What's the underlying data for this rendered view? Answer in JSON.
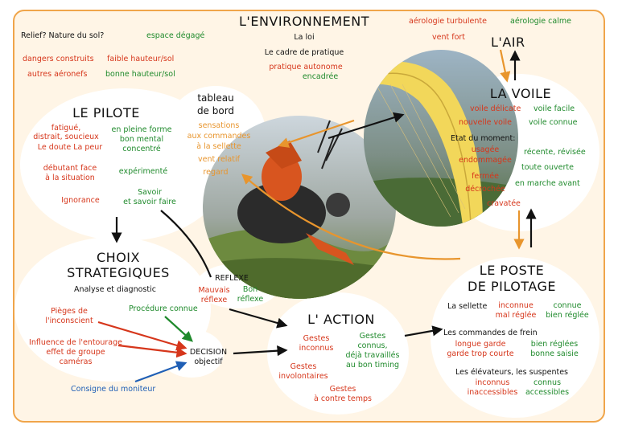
{
  "environment": {
    "title": "L'ENVIRONNEMENT",
    "relief": "Relief?  Nature du sol?",
    "espace": "espace dégagé",
    "la_loi": "La loi",
    "cadre": "Le cadre de pratique",
    "pratique": "pratique autonome",
    "encadree": "encadrée",
    "dangers": "dangers construits",
    "faible": "faible hauteur/sol",
    "autres": "autres aéronefs",
    "bonne": "bonne hauteur/sol"
  },
  "air": {
    "title": "L'AIR",
    "turbulente": "aérologie turbulente",
    "calme": "aérologie calme",
    "vent_fort": "vent fort"
  },
  "pilote": {
    "title": "LE PILOTE",
    "fatigue": [
      "fatigué,",
      "distrait, soucieux"
    ],
    "doute": "Le doute  La peur",
    "forme": [
      "en pleine forme",
      "bon mental",
      "concentré"
    ],
    "debutant": [
      "débutant face",
      "à la situation"
    ],
    "experimente": "expérimenté",
    "ignorance": "Ignorance",
    "savoir": [
      "Savoir",
      "et savoir faire"
    ]
  },
  "tableau": {
    "title": [
      "tableau",
      "de bord"
    ],
    "lines": [
      "sensations",
      "aux commandes",
      "à la sellette",
      "vent relatif",
      "regard"
    ]
  },
  "voile": {
    "title": "LA VOILE",
    "delicate": "voile délicate",
    "facile": "voile facile",
    "nouvelle": "nouvelle voile",
    "connue": "voile connue",
    "etat": "Etat du moment:",
    "usagee": "usagée",
    "endommagee": "endommagée",
    "recente": "récente, révisée",
    "ouverte": "toute ouverte",
    "fermee": "fermée",
    "decrochee": "décrochée",
    "marche": "en marche avant",
    "cravatee": "cravatée"
  },
  "choix": {
    "title": [
      "CHOIX",
      "STRATEGIQUES"
    ],
    "analyse": "Analyse et diagnostic",
    "pieges": [
      "Pièges de",
      "l'inconscient"
    ],
    "procedure": "Procédure connue",
    "influence": [
      "Influence de l'entourage",
      "effet de groupe",
      "caméras"
    ],
    "decision": [
      "DECISION",
      "objectif"
    ],
    "consigne": "Consigne du moniteur"
  },
  "reflexe": {
    "title": "REFLEXE",
    "mauvais": [
      "Mauvais",
      "réflexe"
    ],
    "bon": [
      "Bon",
      "réflexe"
    ]
  },
  "action": {
    "title": "L' ACTION",
    "inconnus": [
      "Gestes",
      "inconnus"
    ],
    "connus": [
      "Gestes",
      "connus,",
      "déjà travaillés",
      "au bon timing"
    ],
    "involontaires": [
      "Gestes",
      "involontaires"
    ],
    "contre": [
      "Gestes",
      "à contre temps"
    ]
  },
  "poste": {
    "title": [
      "LE POSTE",
      "DE PILOTAGE"
    ],
    "sellette": "La sellette",
    "inconnue": [
      "inconnue",
      "mal réglée"
    ],
    "connue": [
      "connue",
      "bien réglée"
    ],
    "commandes": "Les commandes de frein",
    "longue": [
      "longue garde",
      "garde trop courte"
    ],
    "bien": [
      "bien réglées",
      "bonne saisie"
    ],
    "elevateurs": "Les élévateurs, les suspentes",
    "inconnus": [
      "inconnus",
      "inaccessibles"
    ],
    "connus": [
      "connus",
      "accessibles"
    ]
  },
  "colors": {
    "frame": "#f0a54a",
    "red": "#d6361b",
    "green": "#1f8a2c",
    "orange": "#e8952d",
    "blue": "#1f5fb5"
  }
}
